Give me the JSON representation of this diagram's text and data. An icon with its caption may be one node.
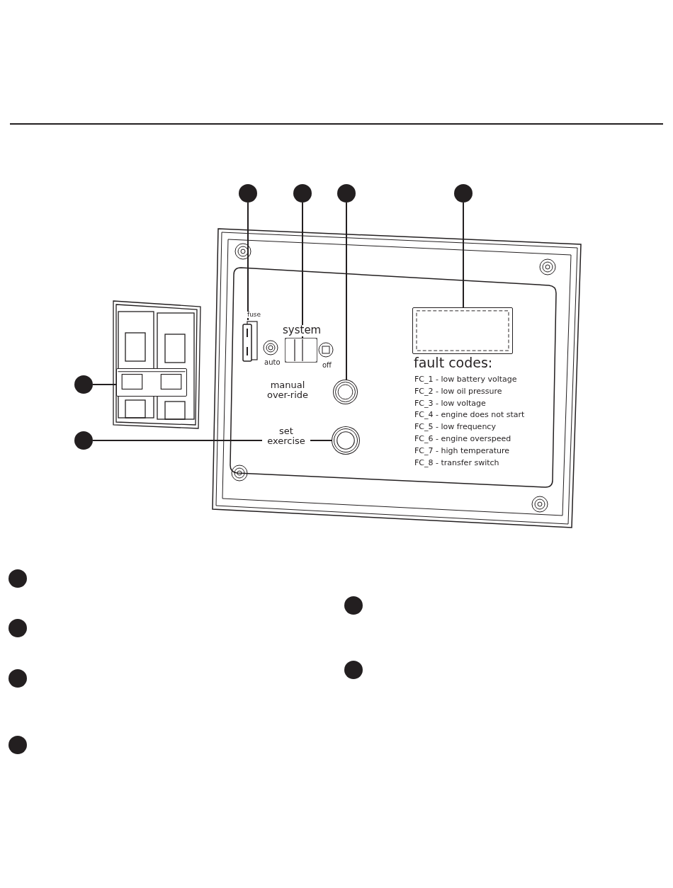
{
  "diagram": {
    "nodes": [
      {
        "text": [],
        "shape": "circle"
      },
      {
        "text": [],
        "shape": "circle"
      },
      {
        "text": [],
        "shape": "circle"
      },
      {
        "text": [],
        "shape": "circle"
      },
      {
        "text": [],
        "shape": "circle"
      },
      {
        "text": [],
        "shape": "circle"
      },
      {
        "text": [],
        "shape": "picture"
      },
      {
        "text": [],
        "shape": "picture"
      },
      {
        "text": [],
        "shape": "circle"
      },
      {
        "text": [],
        "shape": "box"
      },
      {
        "text": [],
        "shape": "picture"
      },
      {
        "text": [],
        "shape": "circle"
      },
      {
        "text": [],
        "shape": "circle"
      },
      {
        "text": [],
        "shape": "circle"
      },
      {
        "text": [],
        "shape": "circle"
      },
      {
        "text": [],
        "shape": "circle"
      },
      {
        "text": [],
        "shape": "circle"
      },
      {
        "text": [],
        "shape": "circle"
      }
    ],
    "edges": [
      {
        "from": 0,
        "to": 6,
        "arrow": "none"
      },
      {
        "from": 1,
        "to": 7,
        "arrow": "none"
      },
      {
        "from": 2,
        "to": 8,
        "arrow": "none"
      },
      {
        "from": 3,
        "to": 9,
        "arrow": "none"
      },
      {
        "from": 4,
        "to": 10,
        "arrow": "none"
      },
      {
        "from": 5,
        "to": 11,
        "arrow": "none"
      }
    ],
    "labels": [
      "fuse",
      "system",
      "auto",
      "off",
      "manual over-ride",
      "set exercise",
      "fault codes:",
      "FC_1 - low battery voltage",
      "FC_2 - low oil pressure",
      "FC_3 - low voltage",
      "FC_4 - engine does not start",
      "FC_5 - low frequency",
      "FC_6 - engine overspeed",
      "FC_7 - high temperature",
      "FC_8 - transfer switch"
    ]
  }
}
